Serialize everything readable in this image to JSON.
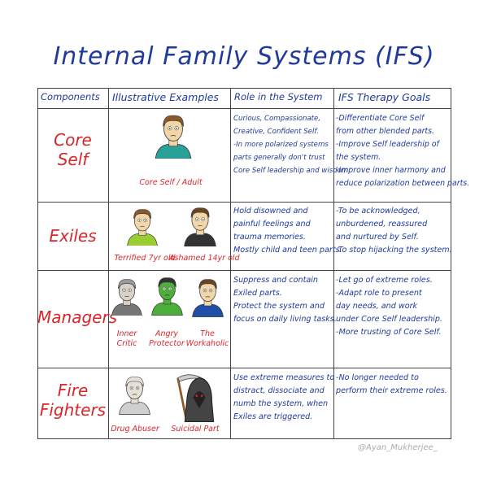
{
  "title": "Internal Family Systems (IFS)",
  "headers": [
    "Components",
    "Illustrative Examples",
    "Role in the System",
    "IFS Therapy Goals"
  ],
  "rows": [
    {
      "component": [
        "Core",
        "Self"
      ],
      "examples": [
        {
          "caption": [
            "Core Self / Adult"
          ],
          "skin": "#f2d6a8",
          "hair": "#8a5a2b",
          "shirt": "#2aa198",
          "type": "person"
        }
      ],
      "role": [
        "Curious, Compassionate,",
        "Creative, Confident Self.",
        "-In more polarized systems",
        "parts generally don't trust",
        "Core Self leadership and wisdom."
      ],
      "goals": [
        "-Differentiate Core Self",
        "from other blended parts.",
        "-Improve Self leadership of",
        "the system.",
        "-Improve inner harmony and",
        "reduce polarization between parts."
      ]
    },
    {
      "component": [
        "Exiles"
      ],
      "examples": [
        {
          "caption": [
            "Terrified 7yr old"
          ],
          "skin": "#f2d6a8",
          "hair": "#8a5a2b",
          "shirt": "#9acd32",
          "type": "person"
        },
        {
          "caption": [
            "Ashamed 14yr old"
          ],
          "skin": "#f2d6a8",
          "hair": "#6b4423",
          "shirt": "#333333",
          "type": "person"
        }
      ],
      "role": [
        "Hold disowned and",
        "painful feelings and",
        "trauma memories.",
        "Mostly child and teen parts."
      ],
      "goals": [
        "-To be acknowledged,",
        "unburdened, reassured",
        "and nurtured by Self.",
        "-To stop hijacking the system."
      ]
    },
    {
      "component": [
        "Managers"
      ],
      "examples": [
        {
          "caption": [
            "Inner",
            "Critic"
          ],
          "skin": "#d9d0c7",
          "hair": "#999999",
          "shirt": "#777777",
          "type": "person"
        },
        {
          "caption": [
            "Angry",
            "Protector"
          ],
          "skin": "#4caf3a",
          "hair": "#333333",
          "shirt": "#4caf3a",
          "type": "person"
        },
        {
          "caption": [
            "The",
            "Workaholic"
          ],
          "skin": "#f2d6a8",
          "hair": "#6b4423",
          "shirt": "#1f4fa8",
          "type": "person"
        }
      ],
      "role": [
        "Suppress and contain",
        "Exiled parts.",
        "Protect the system and",
        "focus on daily living tasks."
      ],
      "goals": [
        "-Let go of extreme roles.",
        "-Adapt role to present",
        "day needs, and work",
        "under Core Self leadership.",
        "-More trusting of Core Self."
      ]
    },
    {
      "component": [
        "Fire",
        "Fighters"
      ],
      "examples": [
        {
          "caption": [
            "Drug Abuser"
          ],
          "skin": "#e6e0d6",
          "hair": "#e6e0d6",
          "shirt": "#cfcfcf",
          "type": "person"
        },
        {
          "caption": [
            "Suicidal Part"
          ],
          "skin": "#222222",
          "hair": "#444444",
          "shirt": "#444444",
          "type": "reaper"
        }
      ],
      "role": [
        "Use extreme measures to",
        "distract, dissociate and",
        "numb the system, when",
        "Exiles are triggered."
      ],
      "goals": [
        "-No longer needed to",
        "perform their extreme roles."
      ]
    }
  ],
  "credit": "@Ayan_Mukherjee_"
}
